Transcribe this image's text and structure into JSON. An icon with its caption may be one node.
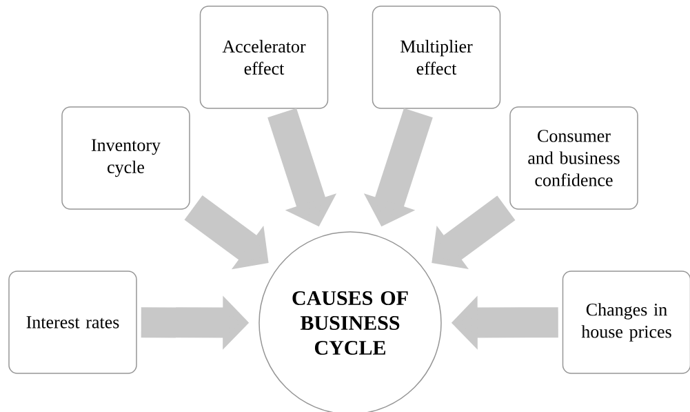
{
  "diagram": {
    "nodes": [
      {
        "text": [
          "Accelerator effect"
        ]
      },
      {
        "text": [
          "Multiplier effect"
        ]
      },
      {
        "text": [
          "Inventory cycle"
        ]
      },
      {
        "text": [
          "Consumer and business confidence"
        ]
      },
      {
        "text": [
          "Interest rates"
        ]
      },
      {
        "text": [
          "CAUSES OF BUSINESS CYCLE"
        ]
      },
      {
        "text": [
          "Changes in house prices"
        ]
      }
    ],
    "edges": [
      {
        "from": 0,
        "to": 5,
        "arrow": "to"
      },
      {
        "from": 1,
        "to": 5,
        "arrow": "to"
      },
      {
        "from": 2,
        "to": 5,
        "arrow": "to"
      },
      {
        "from": 3,
        "to": 5,
        "arrow": "to"
      },
      {
        "from": 4,
        "to": 5,
        "arrow": "to"
      },
      {
        "from": 6,
        "to": 5,
        "arrow": "to"
      }
    ]
  }
}
